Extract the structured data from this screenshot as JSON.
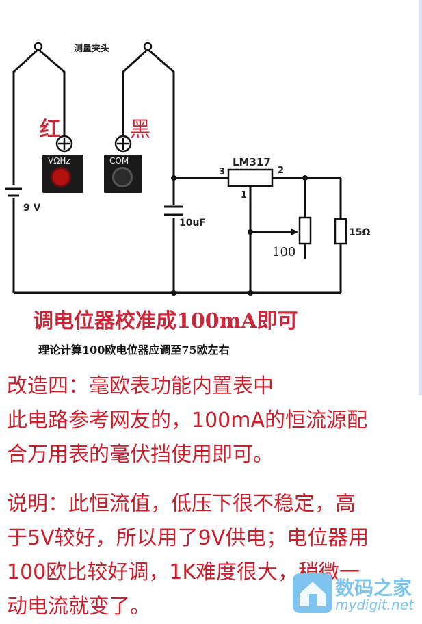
{
  "diagram": {
    "clips_label": "测量夹头",
    "red_label": "红",
    "black_label": "黑",
    "jack_red_label": "VΩHz",
    "jack_com_label": "COM",
    "battery_label": "9 V",
    "capacitor_label": "10uF",
    "regulator_label": "LM317",
    "pin3": "3",
    "pin2": "2",
    "pin1": "1",
    "pot_label": "100",
    "resistor_label": "15Ω",
    "instruction": "调电位器校准成100mA即可",
    "calc_note": "理论计算100欧电位器应调至75欧左右"
  },
  "text": {
    "para1_line1": "改造四：毫欧表功能内置表中",
    "para1_line2": "此电路参考网友的，100mA的恒流源配",
    "para1_line3": "合万用表的毫伏挡使用即可。",
    "para2_line1": "说明：此恒流值，低压下很不稳定，高",
    "para2_line2": "于5V较好，所以用了9V供电；电位器用",
    "para2_line3": "100欧比较好调，1K难度很大，稍微一",
    "para2_line4": "动电流就变了。"
  },
  "watermark": {
    "site_cn": "数码之家",
    "site_en": "mydigit.net"
  }
}
